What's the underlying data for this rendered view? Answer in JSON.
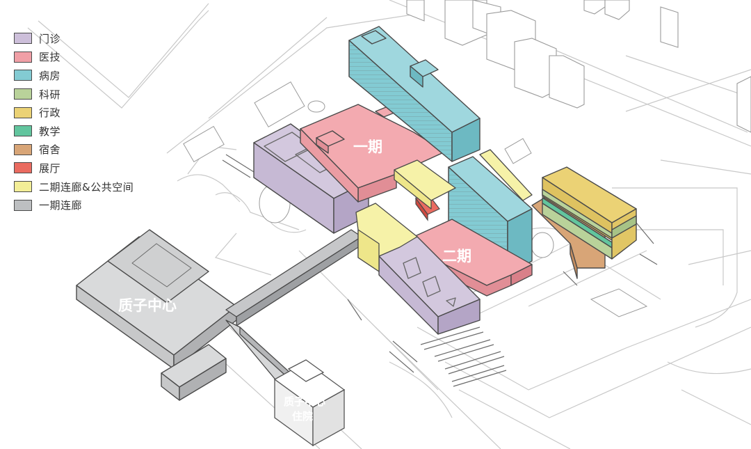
{
  "legend": {
    "items": [
      {
        "label": "门诊",
        "color": "#cdbfda"
      },
      {
        "label": "医技",
        "color": "#f09fa6"
      },
      {
        "label": "病房",
        "color": "#83cbd3"
      },
      {
        "label": "科研",
        "color": "#b9d29a"
      },
      {
        "label": "行政",
        "color": "#ebd275"
      },
      {
        "label": "教学",
        "color": "#62c59e"
      },
      {
        "label": "宿舍",
        "color": "#d8a577"
      },
      {
        "label": "展厅",
        "color": "#ea6b60"
      },
      {
        "label": "二期连廊&公共空间",
        "color": "#f3ee97"
      },
      {
        "label": "一期连廊",
        "color": "#bdbfc1"
      }
    ]
  },
  "labels": {
    "phase1": "一期",
    "phase2": "二期",
    "proton_center": "质子中心",
    "proton_inpatient_line1": "质子中心",
    "proton_inpatient_line2": "住院"
  }
}
